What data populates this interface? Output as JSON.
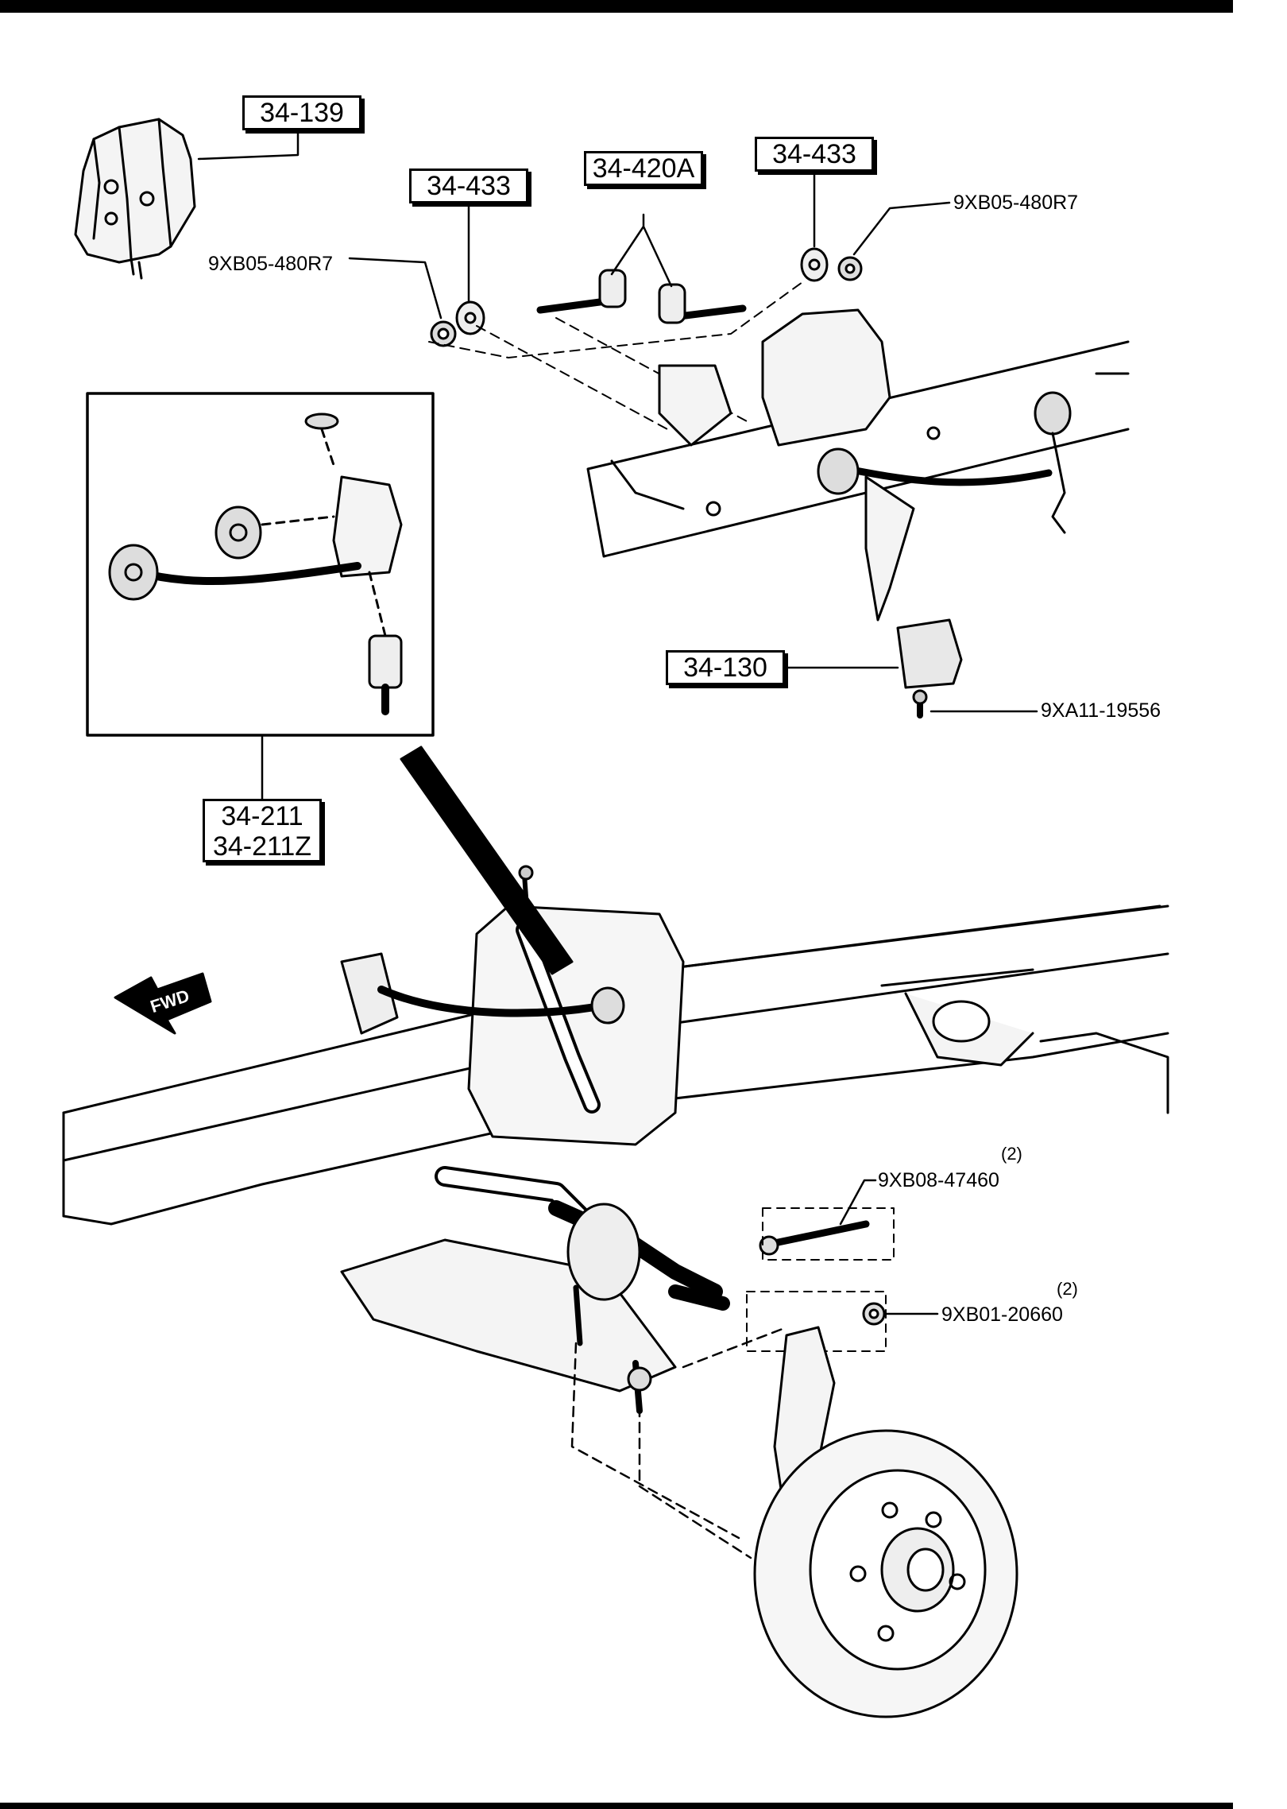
{
  "part_numbers": {
    "p34_139": "34-139",
    "p34_433_left": "34-433",
    "p34_420A": "34-420A",
    "p34_433_right": "34-433",
    "p34_130": "34-130",
    "p34_211": "34-211",
    "p34_211Z": "34-211Z"
  },
  "fasteners": {
    "nut_left": "9XB05-480R7",
    "nut_right": "9XB05-480R7",
    "bolt_bumper": "9XA11-19556",
    "bolt_knuckle": "9XB08-47460",
    "bolt_knuckle_qty": "(2)",
    "nut_knuckle": "9XB01-20660",
    "nut_knuckle_qty": "(2)"
  },
  "direction_badge": "FWD"
}
